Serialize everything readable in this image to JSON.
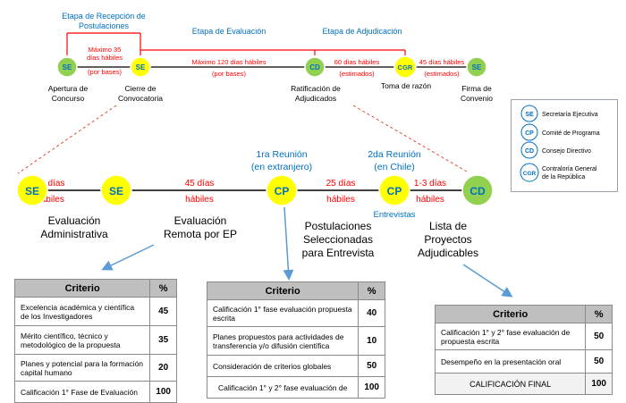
{
  "top_timeline": {
    "stage_reception": [
      "Etapa de Recepción de",
      "Postulaciones"
    ],
    "stage_evaluation": "Etapa de Evaluación",
    "stage_adjudication": "Etapa de Adjudicación",
    "span1": [
      "Máximo 35",
      "días hábiles",
      "(por bases)"
    ],
    "span2": [
      "Máximo 120 días hábiles",
      "(por bases)"
    ],
    "span3": [
      "60 días hábiles",
      "(estimados)"
    ],
    "span4": [
      "45 días hábiles",
      "(estimados)"
    ],
    "nodes": [
      {
        "code": "SE",
        "label": [
          "Apertura de",
          "Concurso"
        ]
      },
      {
        "code": "SE",
        "label": [
          "Cierre de",
          "Convocatoria"
        ]
      },
      {
        "code": "CD",
        "label": [
          "Ratificación de",
          "Adjudicados"
        ]
      },
      {
        "code": "CGR",
        "label": [
          "Toma de razón"
        ]
      },
      {
        "code": "SE",
        "label": [
          "Firma de",
          "Convenio"
        ]
      }
    ]
  },
  "bottom_timeline": {
    "nodes": [
      {
        "code": "SE"
      },
      {
        "code": "SE"
      },
      {
        "code": "CP"
      },
      {
        "code": "CP"
      },
      {
        "code": "CD"
      }
    ],
    "spans": [
      [
        "10 días",
        "hábiles"
      ],
      [
        "45 días",
        "hábiles"
      ],
      [
        "25 días",
        "hábiles"
      ],
      [
        "1-3 días",
        "hábiles"
      ]
    ],
    "meetings": [
      [
        "1ra Reunión",
        "(en extranjero)"
      ],
      [
        "2da Reunión",
        "(en Chile)"
      ]
    ],
    "entrevistas": "Entrevistas",
    "steps": [
      [
        "Evaluación",
        "Administrativa"
      ],
      [
        "Evaluación",
        "Remota por EP"
      ],
      [
        "Postulaciones",
        "Seleccionadas",
        "para Entrevista"
      ],
      [
        "Lista de",
        "Proyectos",
        "Adjudicables"
      ]
    ]
  },
  "legend": [
    {
      "code": "SE",
      "label": [
        "Secretaría Ejecutiva"
      ]
    },
    {
      "code": "CP",
      "label": [
        "Comité de Programa"
      ]
    },
    {
      "code": "CD",
      "label": [
        "Consejo Directivo"
      ]
    },
    {
      "code": "CGR",
      "label": [
        "Contraloría General",
        "de la República"
      ]
    }
  ],
  "table1": {
    "header": {
      "criterio": "Criterio",
      "pct": "%"
    },
    "rows": [
      {
        "criterio": "Excelencia académica y científica de los Investigadores",
        "pct": "45"
      },
      {
        "criterio": "Mérito científico, técnico y metodológico de la propuesta",
        "pct": "35"
      },
      {
        "criterio": "Planes y potencial para la formación capital humano",
        "pct": "20"
      },
      {
        "criterio": "Calificación 1° Fase de Evaluación",
        "pct": "100"
      }
    ]
  },
  "table2": {
    "header": {
      "criterio": "Criterio",
      "pct": "%"
    },
    "rows": [
      {
        "criterio": "Calificación 1° fase evaluación propuesta escrita",
        "pct": "40"
      },
      {
        "criterio": "Planes propuestos para actividades de transferencia y/o difusión científica",
        "pct": "10"
      },
      {
        "criterio": "Consideración de criterios  globales",
        "pct": "50"
      },
      {
        "criterio": "Calificación 1° y 2° fase evaluación de",
        "pct": "100"
      }
    ]
  },
  "table3": {
    "header": {
      "criterio": "Criterio",
      "pct": "%"
    },
    "rows": [
      {
        "criterio": "Calificación 1° y 2° fase evaluación de propuesta escrita",
        "pct": "50"
      },
      {
        "criterio": "Desempeño en la presentación oral",
        "pct": "50"
      },
      {
        "criterio": "CALIFICACIÓN  FINAL",
        "pct": "100"
      }
    ]
  },
  "colors": {
    "node_green": "#92d050",
    "node_yellow": "#ffff00",
    "node_blue": "#0070c0",
    "stage_blue": "#0070c0",
    "duration_red": "#ff0000",
    "arrow_blue": "#5b9bd5"
  }
}
